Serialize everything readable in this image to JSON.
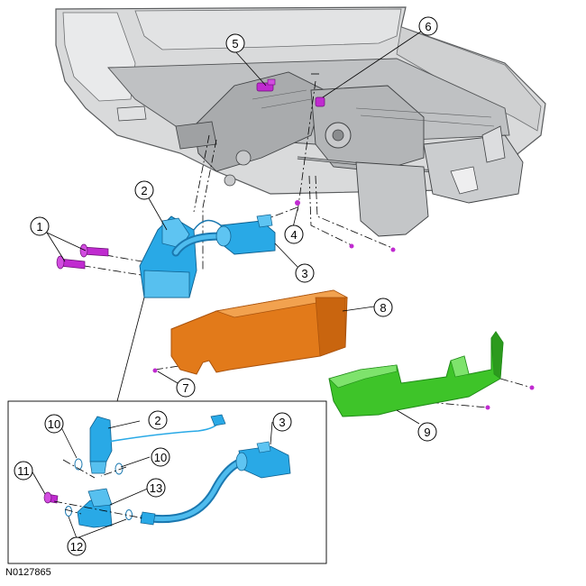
{
  "figure": {
    "reference_code": "N0127865"
  },
  "callouts": {
    "c1": "1",
    "c2": "2",
    "c3": "3",
    "c4": "4",
    "c5": "5",
    "c6": "6",
    "c7": "7",
    "c8": "8",
    "c9": "9",
    "d2": "2",
    "d3": "3",
    "d10a": "10",
    "d10b": "10",
    "d11": "11",
    "d12": "12",
    "d13": "13"
  },
  "colors": {
    "seat_frame": "#d9dadb",
    "seat_dark": "#8a8c8e",
    "buckle_blue": "#29a9e6",
    "buckle_dark": "#1a78b0",
    "fastener_magenta": "#c02bd0",
    "cover_orange": "#e27a1a",
    "cover_orange_dark": "#a9520c",
    "bracket_green": "#3ec429",
    "bracket_green_dark": "#1f8a17"
  }
}
